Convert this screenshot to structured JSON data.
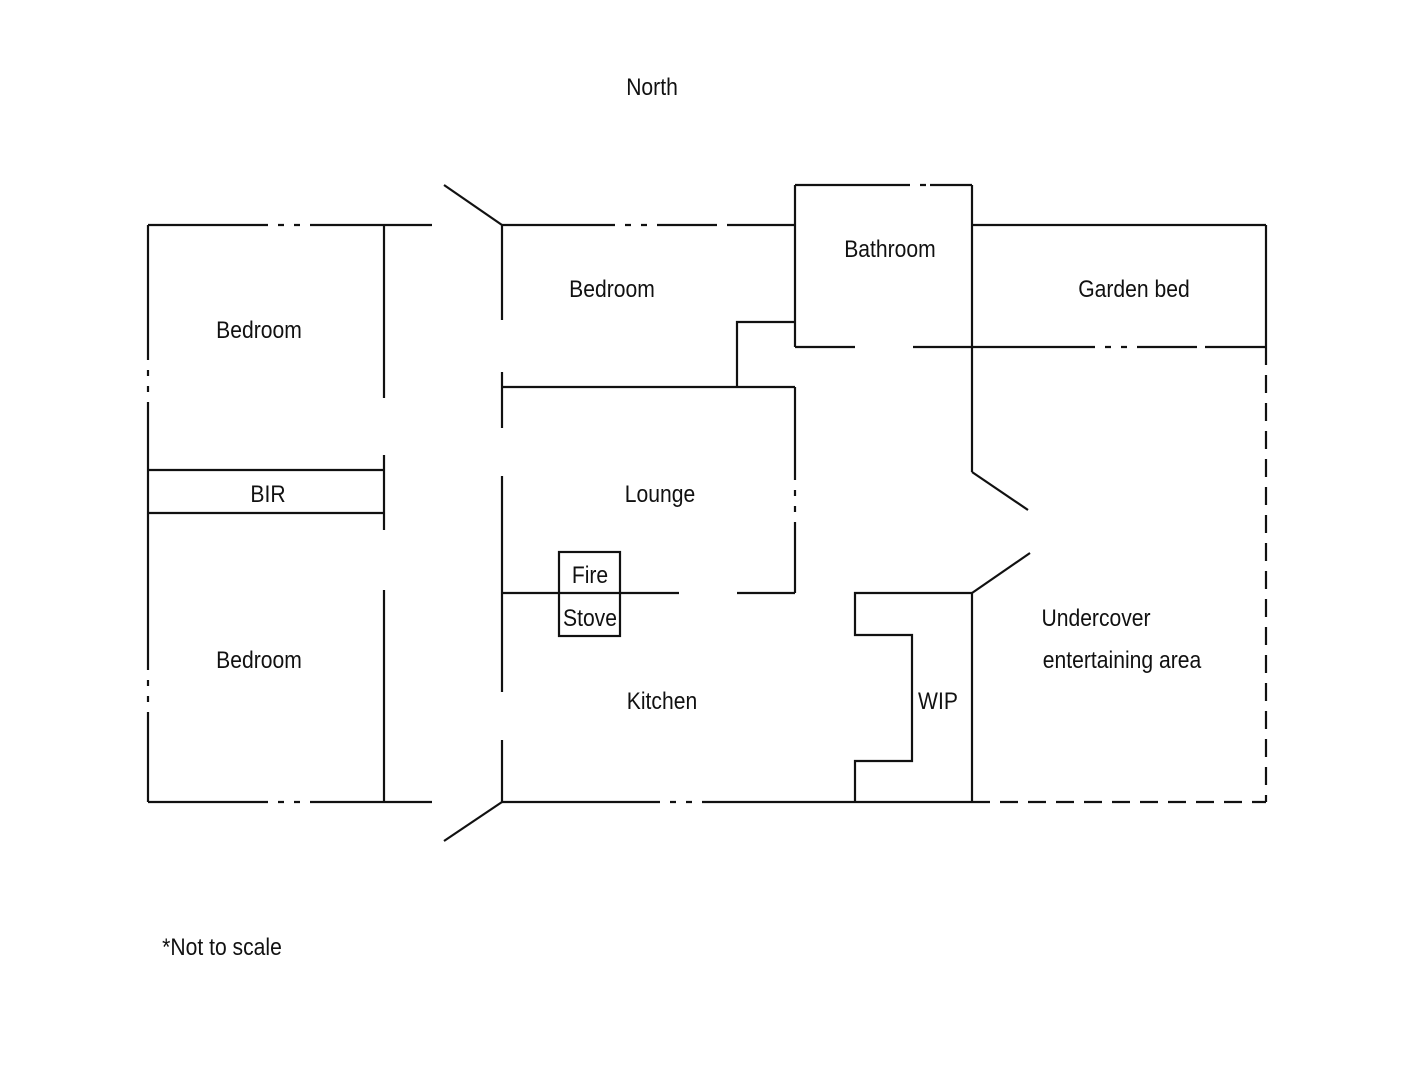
{
  "compass": {
    "north": "North"
  },
  "rooms": {
    "bedroom_west_top": "Bedroom",
    "bir": "BIR",
    "bedroom_west_bottom": "Bedroom",
    "bedroom_center": "Bedroom",
    "bathroom": "Bathroom",
    "garden_bed": "Garden bed",
    "lounge": "Lounge",
    "fire": "Fire",
    "stove": "Stove",
    "kitchen": "Kitchen",
    "wip": "WIP",
    "undercover_line1": "Undercover",
    "undercover_line2": "entertaining area"
  },
  "footnote": "*Not to scale"
}
